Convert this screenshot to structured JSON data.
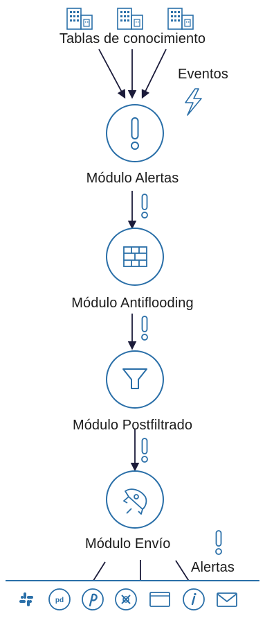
{
  "diagram": {
    "sources_label": "Tablas de conocimiento",
    "events_label": "Eventos",
    "modules": [
      {
        "label": "Módulo Alertas",
        "icon": "exclamation-icon"
      },
      {
        "label": "Módulo Antiflooding",
        "icon": "brick-wall-icon"
      },
      {
        "label": "Módulo Postfiltrado",
        "icon": "funnel-icon"
      },
      {
        "label": "Módulo Envío",
        "icon": "rocket-icon"
      }
    ],
    "alerts_label": "Alertas"
  },
  "outputs": [
    {
      "icon": "slack-icon"
    },
    {
      "icon": "pagerduty-icon"
    },
    {
      "icon": "pushover-icon"
    },
    {
      "icon": "custom-integration-icon"
    },
    {
      "icon": "browser-window-icon"
    },
    {
      "icon": "info-icon"
    },
    {
      "icon": "envelope-icon"
    }
  ],
  "colors": {
    "accent": "#2a6fa8",
    "arrow": "#1b1b3a"
  }
}
